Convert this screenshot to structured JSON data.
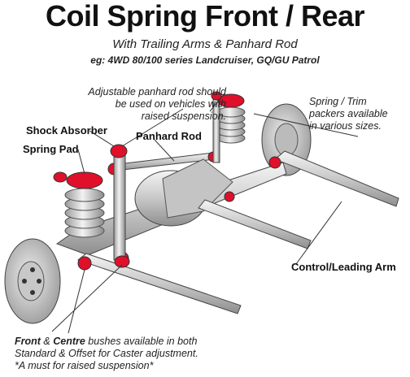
{
  "title": "Coil Spring Front / Rear",
  "subtitle": "With Trailing Arms & Panhard Rod",
  "example": "eg: 4WD 80/100 series Landcruiser, GQ/GU Patrol",
  "notes": {
    "panhard_line1": "Adjustable panhard rod should",
    "panhard_line2": "be used on vehicles with",
    "panhard_line3": "raised suspension.",
    "spring_line1": "Spring / Trim",
    "spring_line2": "packers available",
    "spring_line3": "in various sizes."
  },
  "labels": {
    "shock_absorber": "Shock Absorber",
    "spring_pad": "Spring Pad",
    "panhard_rod": "Panhard Rod",
    "control_arm": "Control/Leading Arm"
  },
  "bottom": {
    "front": "Front",
    "amp": " & ",
    "centre": "Centre",
    "line1_rest": " bushes available in both",
    "line2": "Standard & Offset for Caster adjustment.",
    "line3": "*A must for raised suspension*"
  },
  "colors": {
    "bush_red": "#e0102a",
    "metal": "#cfcfcf",
    "outline": "#333333"
  }
}
